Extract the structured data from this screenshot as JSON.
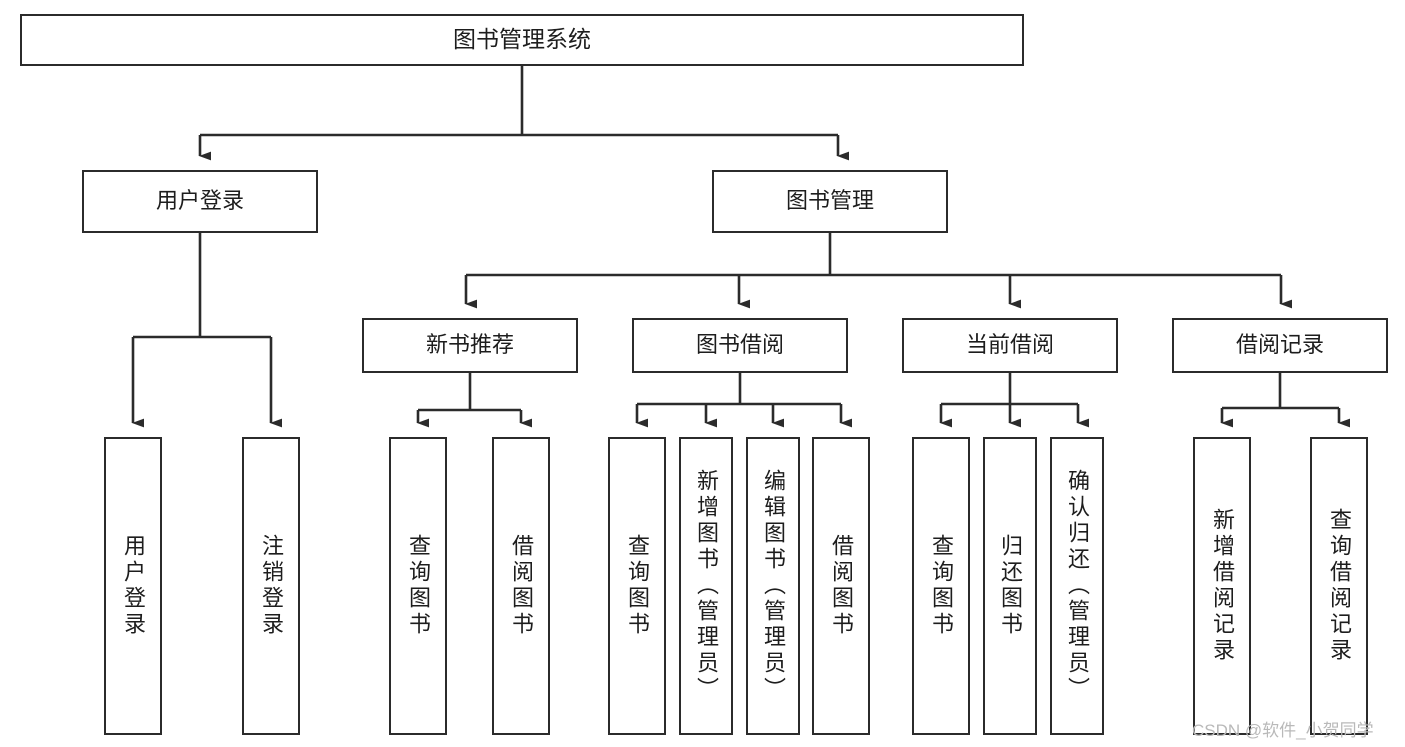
{
  "diagram": {
    "title": "图书管理系统",
    "type": "hierarchy-tree",
    "root": {
      "label": "图书管理系统"
    },
    "level2": [
      {
        "label": "用户登录"
      },
      {
        "label": "图书管理"
      }
    ],
    "level3": [
      {
        "label": "新书推荐"
      },
      {
        "label": "图书借阅"
      },
      {
        "label": "当前借阅"
      },
      {
        "label": "借阅记录"
      }
    ],
    "leaves": [
      {
        "label": "用户登录",
        "parent": "用户登录"
      },
      {
        "label": "注销登录",
        "parent": "用户登录"
      },
      {
        "label": "查询图书",
        "parent": "新书推荐"
      },
      {
        "label": "借阅图书",
        "parent": "新书推荐"
      },
      {
        "label": "查询图书",
        "parent": "图书借阅"
      },
      {
        "label": "新增图书（管理员）",
        "parent": "图书借阅"
      },
      {
        "label": "编辑图书（管理员）",
        "parent": "图书借阅"
      },
      {
        "label": "借阅图书",
        "parent": "图书借阅"
      },
      {
        "label": "查询图书",
        "parent": "当前借阅"
      },
      {
        "label": "归还图书",
        "parent": "当前借阅"
      },
      {
        "label": "确认归还（管理员）",
        "parent": "当前借阅"
      },
      {
        "label": "新增借阅记录",
        "parent": "借阅记录"
      },
      {
        "label": "查询借阅记录",
        "parent": "借阅记录"
      }
    ]
  },
  "watermark": {
    "text": "CSDN @软件_小贺同学"
  },
  "colors": {
    "stroke": "#2b2b2b",
    "background": "#ffffff",
    "text": "#1d1d1d",
    "watermark": "#b9b9b9"
  }
}
